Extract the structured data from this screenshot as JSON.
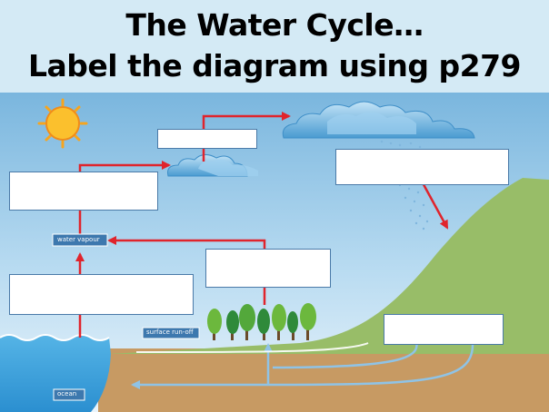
{
  "title": {
    "line1": "The Water Cycle…",
    "line2": "Label the diagram using p279"
  },
  "labels": {
    "water_vapour": "water vapour",
    "surface_runoff": "surface run-off",
    "ocean": "ocean"
  },
  "colors": {
    "sky_top": "#7ab6de",
    "sky_bottom": "#eaf4fb",
    "ground": "#c79a63",
    "grass": "#98bd68",
    "sea": "#3ea2dc",
    "arrow": "#e0242c",
    "label_tag": "#3d78ae",
    "sun": "#f7a51e"
  },
  "icons": [
    "sun-icon",
    "cloud-icon",
    "rain-icon",
    "tree-icon"
  ]
}
